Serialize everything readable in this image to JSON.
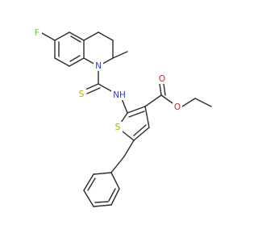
{
  "structure": {
    "atoms": {
      "fluorine": {
        "symbol": "F",
        "color": "#7fc24a"
      },
      "ring_nitrogen": {
        "symbol": "N",
        "color": "#2f3bdc"
      },
      "thione_sulfur": {
        "symbol": "S",
        "color": "#b8a800"
      },
      "amide_nh": {
        "symbol": "NH",
        "color": "#2f3bdc"
      },
      "thiophene_sulfur": {
        "symbol": "S",
        "color": "#b8a800"
      },
      "carbonyl_oxygen": {
        "symbol": "O",
        "color": "#e02020"
      },
      "ester_oxygen": {
        "symbol": "O",
        "color": "#e02020"
      }
    },
    "bond_color": "#2b2b2b"
  }
}
